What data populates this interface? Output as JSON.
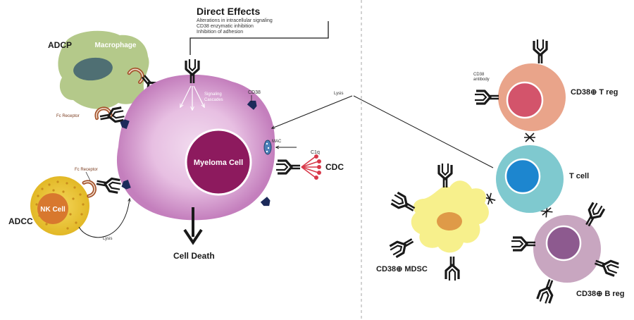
{
  "left_panel": {
    "direct_effects": {
      "title": "Direct Effects",
      "lines": [
        "Alterations in intracellular signaling",
        "CD38 enzymatic inhibition",
        "Inhibition of adhesion"
      ]
    },
    "adcp_label": "ADCP",
    "macrophage_label": "Macrophage",
    "fc_receptor_top": "Fc Receptor",
    "signaling_label": [
      "Signaling",
      "Cascades"
    ],
    "cd38_label": "CD38",
    "myeloma_label": "Myeloma Cell",
    "mac_label": "MAC",
    "c1q_label": "C1q",
    "cdc_label": "CDC",
    "fc_receptor_nk": "Fc Receptor",
    "nk_label": "NK Cell",
    "adcc_label": "ADCC",
    "lysis_nk": "Lysis",
    "cell_death_label": "Cell Death"
  },
  "right_panel": {
    "lysis_label": "Lysis",
    "cd38_antibody_label": [
      "CD38",
      "antibody"
    ],
    "treg_label": "CD38⊕ T reg",
    "tcell_label": "T cell",
    "mdsc_label": "CD38⊕ MDSC",
    "breg_label": "CD38⊕ B reg"
  },
  "colors": {
    "myeloma_outer": "#c47fbd",
    "myeloma_nucleus": "#8d1a5e",
    "macrophage": "#b4c98a",
    "macrophage_nucleus": "#4f6f73",
    "nk_cell": "#e9c43a",
    "nk_nucleus": "#d8782e",
    "treg": "#e9a48a",
    "treg_nucleus": "#d3546b",
    "tcell": "#7fc9cf",
    "tcell_nucleus": "#1d86cf",
    "mdsc": "#f7f08c",
    "mdsc_nucleus": "#df9a48",
    "breg": "#c8a6c0",
    "breg_nucleus": "#8d5a8f",
    "antibody": "#1a1a1a",
    "fc_receptor": "#a4522b",
    "cd38": "#1c2a5a",
    "c1q": "#d8394a"
  }
}
